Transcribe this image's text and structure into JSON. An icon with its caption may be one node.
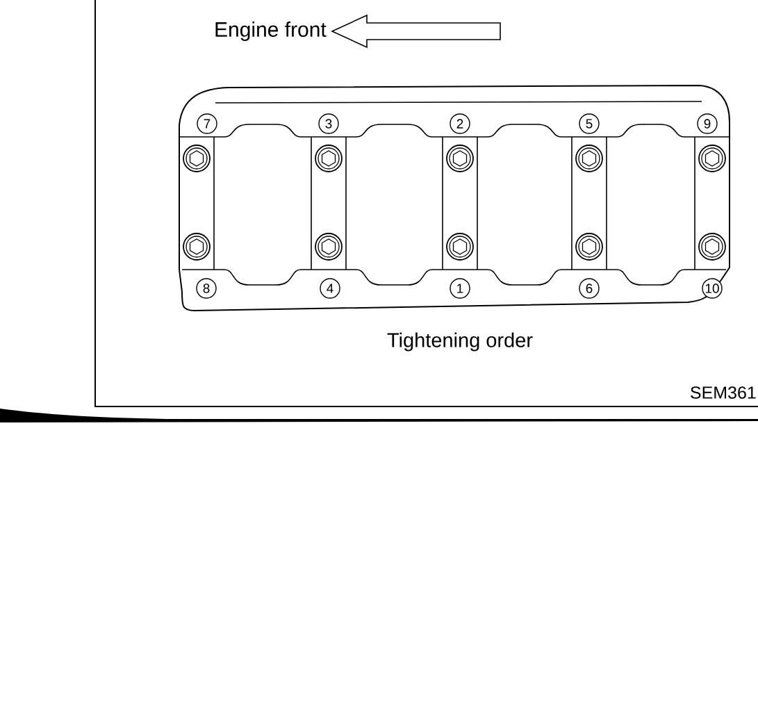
{
  "diagram": {
    "caption": "Tightening order",
    "labels": [
      "Engine front",
      "7",
      "3",
      "2",
      "5",
      "9",
      "8",
      "4",
      "1",
      "6",
      "10",
      "SEM361"
    ]
  }
}
